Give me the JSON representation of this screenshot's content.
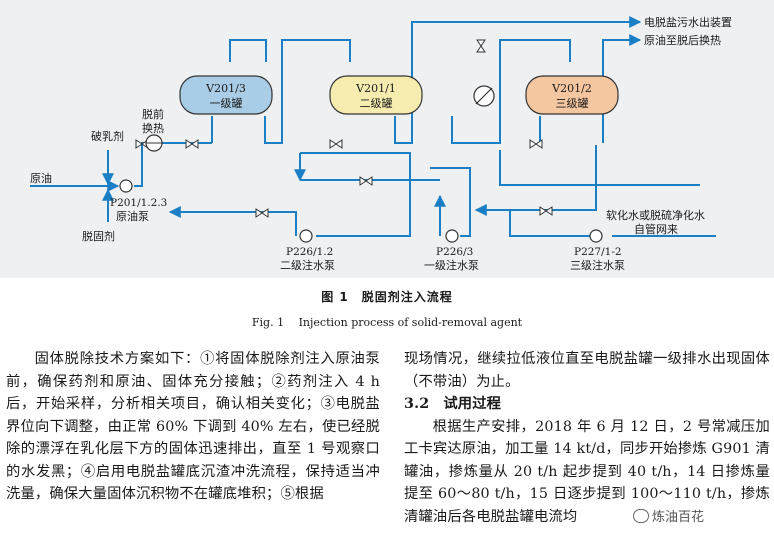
{
  "figure": {
    "tanks": {
      "t1": {
        "id": "V201/3",
        "name": "一级罐"
      },
      "t2": {
        "id": "V201/1",
        "name": "二级罐"
      },
      "t3": {
        "id": "V201/2",
        "name": "三级罐"
      }
    },
    "labels": {
      "crude_oil": "原油",
      "demulsifier": "破乳剂",
      "desolidifier": "脱固剂",
      "pre_heat_1": "脱前",
      "pre_heat_2": "换热",
      "crude_pump_id": "P201/1.2.3",
      "crude_pump": "原油泵",
      "pump2_id": "P226/1.2",
      "pump2": "二级注水泵",
      "pump1_id": "P226/3",
      "pump1": "一级注水泵",
      "pump3_id": "P227/1-2",
      "pump3": "三级注水泵",
      "out_sewage": "电脱盐污水出装置",
      "out_crude": "原油至脱后换热",
      "soft_water_1": "软化水或脱硫净化水",
      "soft_water_2": "自管网来"
    },
    "colors": {
      "line": "#1a7fc4",
      "tank1": "#a9cde6",
      "tank2": "#f7ecb0",
      "tank3": "#f5c7a0"
    }
  },
  "caption": {
    "zh": "图 1　脱固剂注入流程",
    "en": "Fig. 1　 Injection process of solid-removal agent"
  },
  "left_column": "固体脱除技术方案如下：①将固体脱除剂注入原油泵前，确保药剂和原油、固体充分接触；②药剂注入 4 h 后，开始采样，分析相关项目，确认相关变化；③电脱盐界位向下调整，由正常 60% 下调到 40% 左右，使已经脱除的漂浮在乳化层下方的固体迅速排出，直至 1 号观察口的水发黑；④启用电脱盐罐底沉渣冲洗流程，保持适当冲洗量，确保大量固体沉积物不在罐底堆积；⑤根据",
  "right_column": {
    "para1": "现场情况，继续拉低液位直至电脱盐罐一级排水出现固体（不带油）为止。",
    "section_num": "3.2",
    "section_title": "试用过程",
    "para2": "根据生产安排，2018 年 6 月 12 日，2 号常减压加工卡宾达原油，加工量 14 kt/d，同步开始掺炼 G901 清罐油，掺炼量从 20 t/h 起步提到 40 t/h，14 日掺炼量提至 60～80 t/h，15 日逐步提到 100～110 t/h，掺炼清罐油后各电脱盐罐电流均"
  },
  "watermark": "炼油百花"
}
